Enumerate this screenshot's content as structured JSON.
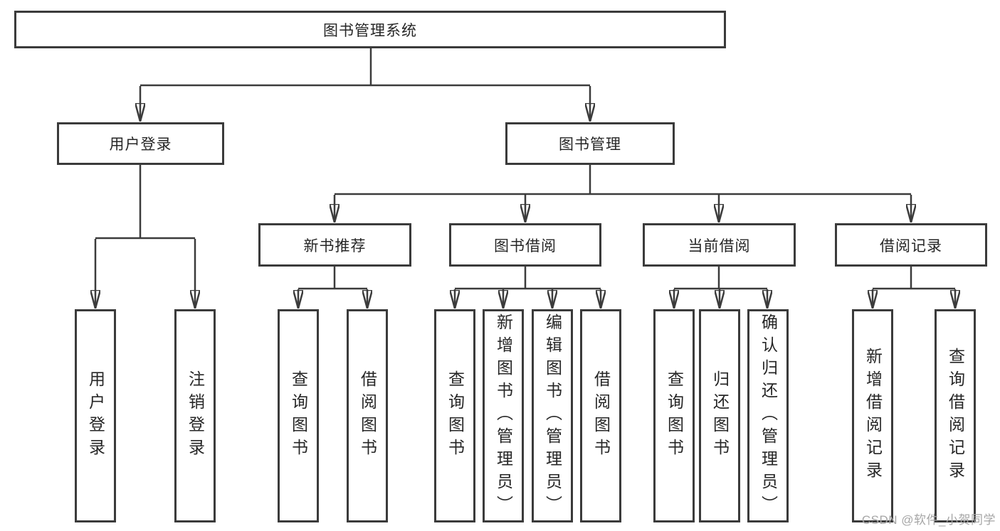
{
  "nodes": {
    "root": "图书管理系统",
    "branches": [
      {
        "label": "用户登录",
        "children": [
          "用户登录",
          "注销登录"
        ]
      },
      {
        "label": "图书管理",
        "children": [
          {
            "label": "新书推荐",
            "children": [
              "查询图书",
              "借阅图书"
            ]
          },
          {
            "label": "图书借阅",
            "children": [
              "查询图书",
              "新增图书（管理员）",
              "编辑图书（管理员）",
              "借阅图书"
            ]
          },
          {
            "label": "当前借阅",
            "children": [
              "查询图书",
              "归还图书",
              "确认归还（管理员）"
            ]
          },
          {
            "label": "借阅记录",
            "children": [
              "新增借阅记录",
              "查询借阅记录"
            ]
          }
        ]
      }
    ]
  },
  "watermark": {
    "text": "CSDN @软件_小贺同学"
  },
  "colors": {
    "line": "#3b3b3b",
    "text": "#262626",
    "watermark": "#a6a6a6",
    "background": "#ffffff"
  }
}
